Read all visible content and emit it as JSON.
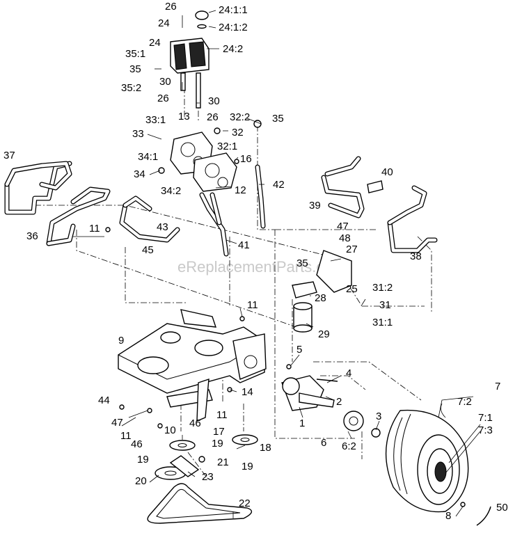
{
  "watermark": "eReplacementParts.com",
  "labels": {
    "l26a": "26",
    "l24_1_1": "24:1:1",
    "l24": "24",
    "l24_1_2": "24:1:2",
    "l24b": "24",
    "l24_2": "24:2",
    "l35_1": "35:1",
    "l35": "35",
    "l35_2": "35:2",
    "l30a": "30",
    "l26b": "26",
    "l30b": "30",
    "l26c": "26",
    "l35b": "35",
    "l33_1": "33:1",
    "l13": "13",
    "l32_2": "32:2",
    "l33": "33",
    "l32": "32",
    "l32_1": "32:1",
    "l34_1": "34:1",
    "l16": "16",
    "l34": "34",
    "l34_2": "34:2",
    "l12": "12",
    "l37": "37",
    "l40": "40",
    "l42": "42",
    "l39": "39",
    "l36": "36",
    "l11a": "11",
    "l43": "43",
    "l45": "45",
    "l41": "41",
    "l47a": "47",
    "l48": "48",
    "l27": "27",
    "l38": "38",
    "l35c": "35",
    "l25": "25",
    "l31_2": "31:2",
    "l28": "28",
    "l31": "31",
    "l31_1": "31:1",
    "l11b": "11",
    "l29": "29",
    "l9": "9",
    "l5": "5",
    "l4": "4",
    "l7": "7",
    "l7_2": "7:2",
    "l14": "14",
    "l2": "2",
    "l44": "44",
    "l11c": "11",
    "l47b": "47",
    "l11d": "11",
    "l46a": "46",
    "l10": "10",
    "l1": "1",
    "l3": "3",
    "l7_1": "7:1",
    "l7_3": "7:3",
    "l17": "17",
    "l46b": "46",
    "l6": "6",
    "l6_2": "6:2",
    "l19a": "19",
    "l18": "18",
    "l19b": "19",
    "l21": "21",
    "l19c": "19",
    "l20": "20",
    "l23": "23",
    "l22": "22",
    "l50": "50",
    "l8": "8"
  },
  "icons": [
    "fuel-tank-icon",
    "hydraulic-pump-icon",
    "hydraulic-hose-icon",
    "engine-deck-frame-icon",
    "oil-filter-icon",
    "wheel-motor-icon",
    "drive-tire-icon",
    "pulley-icon",
    "drive-belt-icon"
  ]
}
